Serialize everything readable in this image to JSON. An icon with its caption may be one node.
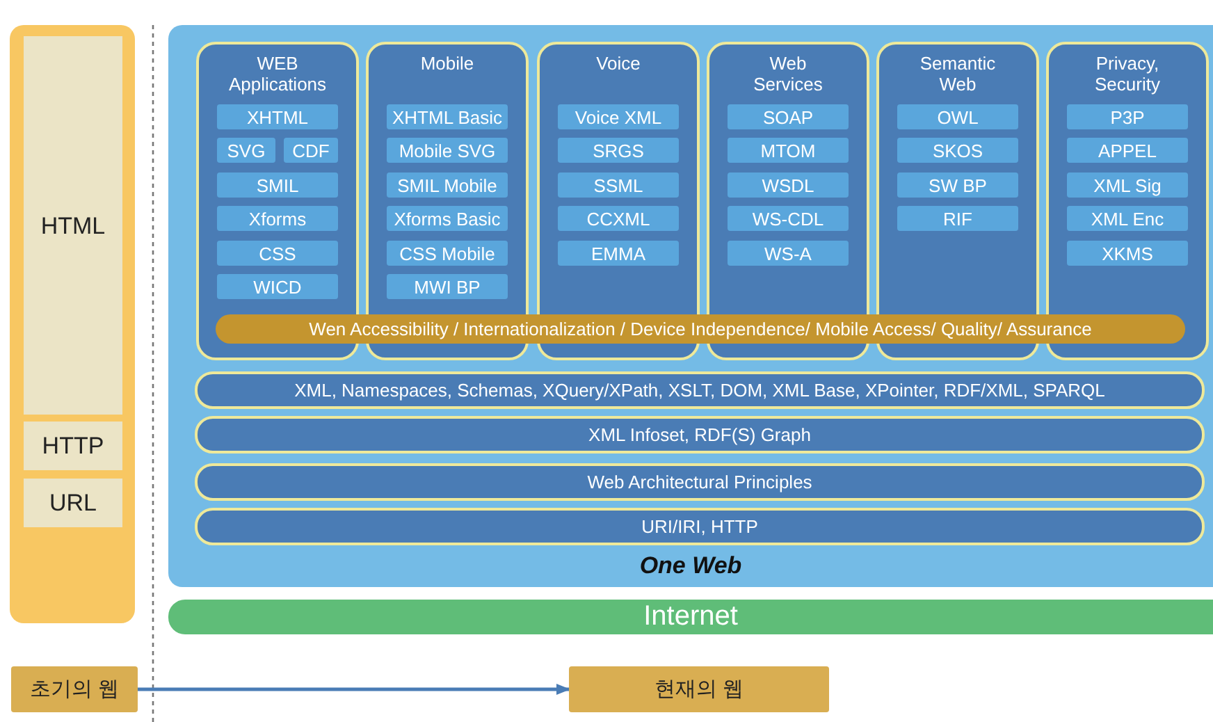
{
  "diagram": {
    "nodes": [
      {
        "text": [],
        "shape": "box"
      },
      {
        "text": [
          "HTML"
        ],
        "in": 0
      },
      {
        "text": [
          "HTTP"
        ],
        "in": 0
      },
      {
        "text": [
          "URL"
        ],
        "in": 0
      },
      {
        "text": [
          "One Web"
        ]
      },
      {
        "text": [
          "WEB Applications"
        ],
        "in": 4
      },
      {
        "text": [
          "XHTML"
        ],
        "in": 5
      },
      {
        "text": [
          "SVG"
        ],
        "in": 5
      },
      {
        "text": [
          "CDF"
        ],
        "in": 5
      },
      {
        "text": [
          "SMIL"
        ],
        "in": 5
      },
      {
        "text": [
          "Xforms"
        ],
        "in": 5
      },
      {
        "text": [
          "CSS"
        ],
        "in": 5
      },
      {
        "text": [
          "WICD"
        ],
        "in": 5
      },
      {
        "text": [
          "Mobile"
        ],
        "in": 4
      },
      {
        "text": [
          "XHTML Basic"
        ],
        "in": 13
      },
      {
        "text": [
          "Mobile SVG"
        ],
        "in": 13
      },
      {
        "text": [
          "SMIL Mobile"
        ],
        "in": 13
      },
      {
        "text": [
          "Xforms Basic"
        ],
        "in": 13
      },
      {
        "text": [
          "CSS Mobile"
        ],
        "in": 13
      },
      {
        "text": [
          "MWI BP"
        ],
        "in": 13
      },
      {
        "text": [
          "Voice"
        ],
        "in": 4
      },
      {
        "text": [
          "Voice XML"
        ],
        "in": 20
      },
      {
        "text": [
          "SRGS"
        ],
        "in": 20
      },
      {
        "text": [
          "SSML"
        ],
        "in": 20
      },
      {
        "text": [
          "CCXML"
        ],
        "in": 20
      },
      {
        "text": [
          "EMMA"
        ],
        "in": 20
      },
      {
        "text": [
          "Web Services"
        ],
        "in": 4
      },
      {
        "text": [
          "SOAP"
        ],
        "in": 26
      },
      {
        "text": [
          "MTOM"
        ],
        "in": 26
      },
      {
        "text": [
          "WSDL"
        ],
        "in": 26
      },
      {
        "text": [
          "WS-CDL"
        ],
        "in": 26
      },
      {
        "text": [
          "WS-A"
        ],
        "in": 26
      },
      {
        "text": [
          "Semantic Web"
        ],
        "in": 4
      },
      {
        "text": [
          "OWL"
        ],
        "in": 32
      },
      {
        "text": [
          "SKOS"
        ],
        "in": 32
      },
      {
        "text": [
          "SW BP"
        ],
        "in": 32
      },
      {
        "text": [
          "RIF"
        ],
        "in": 32
      },
      {
        "text": [
          "Privacy, Security"
        ],
        "in": 4
      },
      {
        "text": [
          "P3P"
        ],
        "in": 37
      },
      {
        "text": [
          "APPEL"
        ],
        "in": 37
      },
      {
        "text": [
          "XML Sig"
        ],
        "in": 37
      },
      {
        "text": [
          "XML Enc"
        ],
        "in": 37
      },
      {
        "text": [
          "XKMS"
        ],
        "in": 37
      },
      {
        "text": [
          "Wen Accessibility / Internationalization / Device Independence/ Mobile Access/ Quality/ Assurance"
        ],
        "in": 4
      },
      {
        "text": [
          "XML, Namespaces, Schemas, XQuery/XPath, XSLT, DOM, XML Base, XPointer, RDF/XML, SPARQL"
        ],
        "in": 4
      },
      {
        "text": [
          "XML Infoset, RDF(S) Graph"
        ],
        "in": 4
      },
      {
        "text": [
          "Web Architectural Principles"
        ],
        "in": 4
      },
      {
        "text": [
          "URI/IRI, HTTP"
        ],
        "in": 4
      },
      {
        "text": [
          "Internet"
        ]
      },
      {
        "text": [
          "초기의 웹"
        ]
      },
      {
        "text": [
          "현재의 웹"
        ]
      }
    ],
    "edges": [
      {
        "from": 49,
        "to": 50,
        "arrow": "to"
      }
    ]
  }
}
